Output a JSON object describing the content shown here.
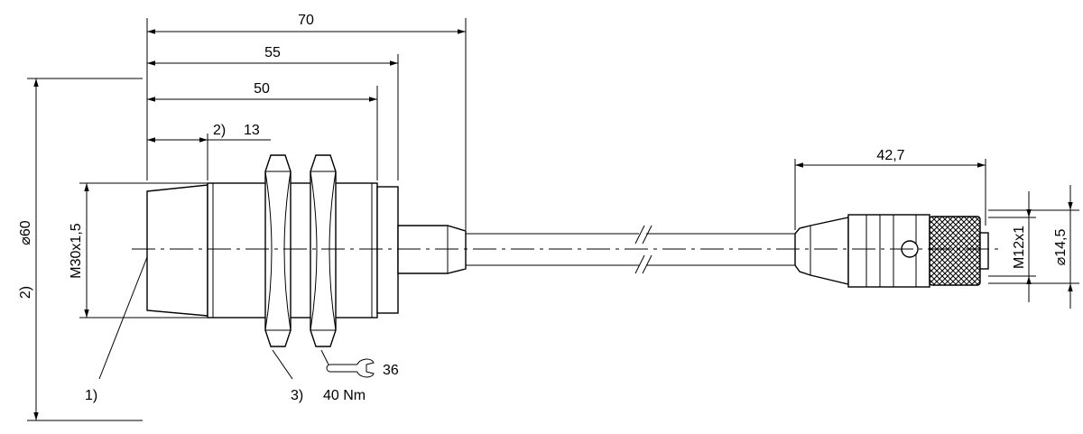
{
  "dimensions": {
    "length_total": "70",
    "length_55": "55",
    "length_50": "50",
    "thread_length": "13",
    "thread_note": "2)",
    "connector_length": "42,7",
    "diameter_outer": "⌀60",
    "diameter_outer_note": "2)",
    "thread_size": "M30x1,5",
    "connector_thread": "M12x1",
    "connector_diameter": "⌀14,5"
  },
  "callouts": {
    "sensing_face": "1)",
    "nut_note": "3)",
    "torque": "40 Nm",
    "wrench_size": "36"
  },
  "icons": {
    "wrench": "open-end-wrench-icon"
  }
}
